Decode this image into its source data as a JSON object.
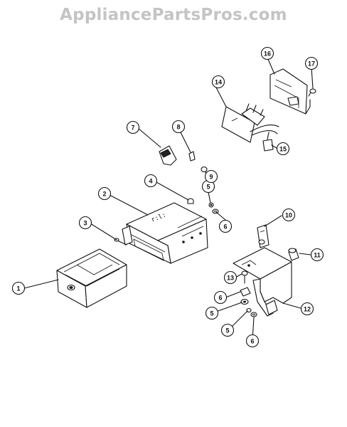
{
  "watermark": "AppliancePartsPros.com",
  "callouts": [
    {
      "id": "1",
      "label": "1"
    },
    {
      "id": "2",
      "label": "2"
    },
    {
      "id": "3",
      "label": "3"
    },
    {
      "id": "4",
      "label": "4"
    },
    {
      "id": "5a",
      "label": "5"
    },
    {
      "id": "6a",
      "label": "6"
    },
    {
      "id": "7",
      "label": "7"
    },
    {
      "id": "8",
      "label": "8"
    },
    {
      "id": "9",
      "label": "9"
    },
    {
      "id": "10",
      "label": "10"
    },
    {
      "id": "11",
      "label": "11"
    },
    {
      "id": "12",
      "label": "12"
    },
    {
      "id": "13",
      "label": "13"
    },
    {
      "id": "6b",
      "label": "6"
    },
    {
      "id": "5b",
      "label": "5"
    },
    {
      "id": "5c",
      "label": "5"
    },
    {
      "id": "6c",
      "label": "6"
    },
    {
      "id": "14",
      "label": "14"
    },
    {
      "id": "15",
      "label": "15"
    },
    {
      "id": "16",
      "label": "16"
    },
    {
      "id": "17",
      "label": "17"
    }
  ]
}
